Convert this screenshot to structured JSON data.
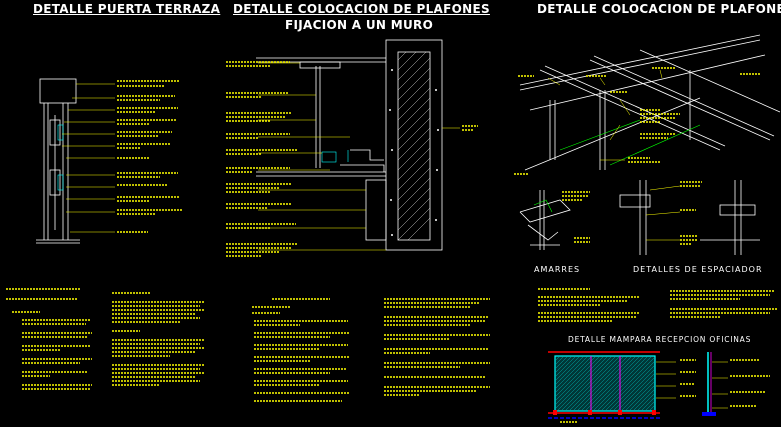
{
  "titles": {
    "puerta_terraza": "DETALLE PUERTA TERRAZA",
    "plafones_muro": "DETALLE COLOCACION DE PLAFONES",
    "fijacion_muro": "FIJACION A UN MURO",
    "plafones_iso": "DETALLE COLOCACION DE PLAFONES",
    "mampara": "DETALLE MAMPARA RECEPCION OFICINAS",
    "amarres": "AMARRES",
    "espaciador": "DETALLES DE ESPACIADOR"
  },
  "colors": {
    "background": "#000000",
    "notes": "#ffff00",
    "lines": "#ffffff",
    "green": "#00ff00",
    "cyan": "#00ffff",
    "red": "#ff0000",
    "magenta": "#ff00ff"
  }
}
